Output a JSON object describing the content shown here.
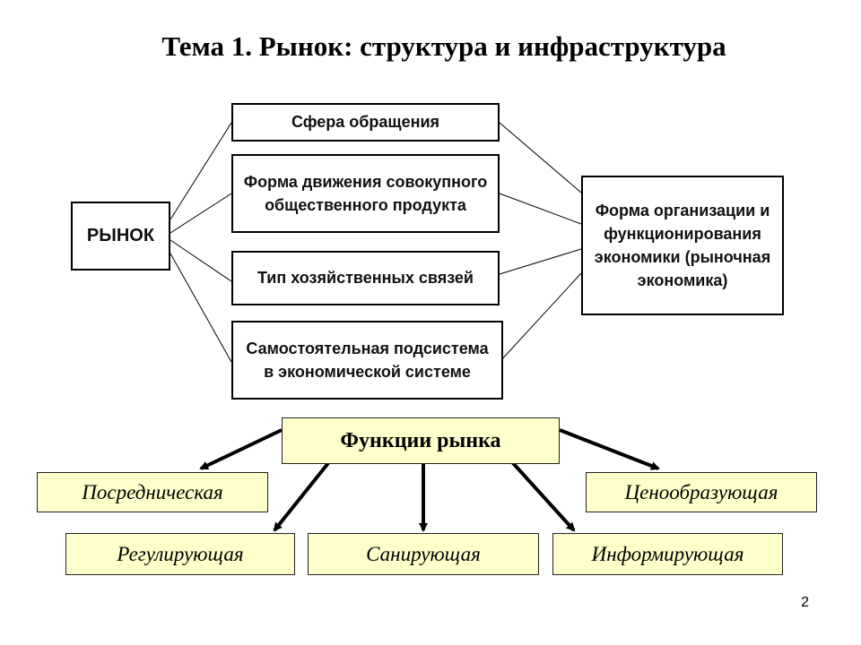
{
  "slide": {
    "title": "Тема 1. Рынок: структура и инфраструктура",
    "page_number": "2"
  },
  "market": {
    "label": "РЫНОК",
    "aspects": [
      "Сфера обращения",
      "Форма движения совокупного общественного продукта",
      "Тип хозяйственных связей",
      "Самостоятельная подсистема в экономической системе"
    ],
    "result": "Форма организации и функционирования экономики (рыночная экономика)"
  },
  "functions": {
    "title": "Функции рынка",
    "items": [
      "Посредническая",
      "Ценообразующая",
      "Регулирующая",
      "Санирующая",
      "Информирующая"
    ]
  },
  "colors": {
    "box_fill": "#ffffcc",
    "line": "#000000"
  }
}
